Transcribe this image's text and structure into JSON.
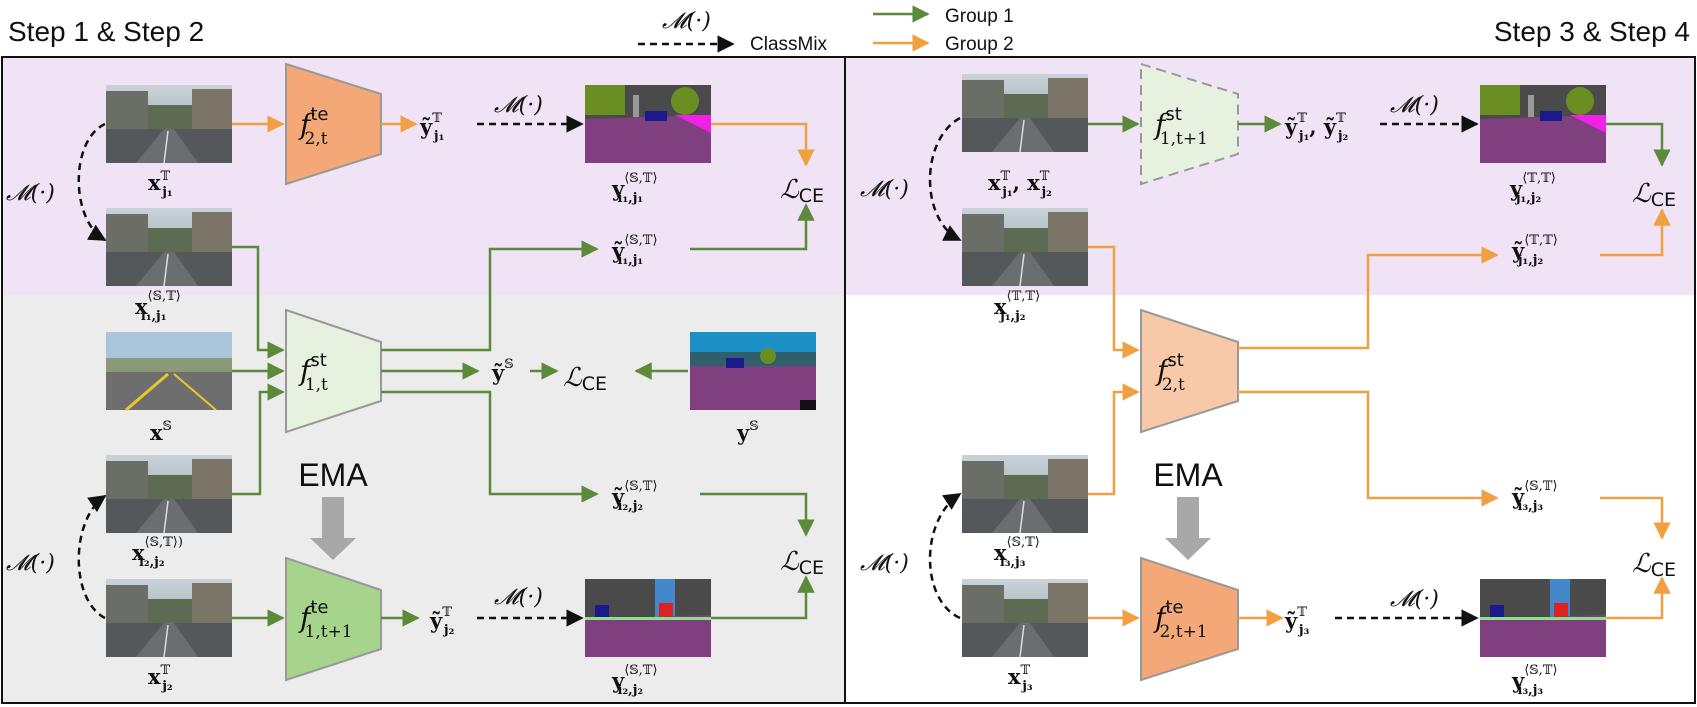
{
  "titles": {
    "left": "Step 1 & Step 2",
    "right": "Step 3 & Step 4"
  },
  "legend": {
    "classmix_symbol": "𝓜(·)",
    "classmix_label": "ClassMix",
    "group1": "Group 1",
    "group2": "Group 2"
  },
  "colors": {
    "group1": "#5b8a3a",
    "group2": "#f0a040",
    "purple_bg": "#efe3f5",
    "gray_bg": "#ececec",
    "f_teacher1": "#f4a878",
    "f_student1": "#e6f2df",
    "f_teacher2": "#a6d48c",
    "f_student2": "#f8c9a8"
  },
  "mix_symbol": "𝓜(·)",
  "ema": "EMA",
  "loss": {
    "main": "ℒ",
    "sub": "CE"
  },
  "left": {
    "x_j1": {
      "main": "x",
      "sup": "𝕋",
      "sub": "j₁"
    },
    "x_i1j1": {
      "main": "x",
      "sup": "⟨𝕊,𝕋⟩",
      "sub": "i₁,j₁"
    },
    "x_s": {
      "main": "x",
      "sup": "𝕊"
    },
    "x_i2j2": {
      "main": "x",
      "sup": "⟨𝕊,𝕋⟩)",
      "sub": "i₂,j₂"
    },
    "x_j2": {
      "main": "x",
      "sup": "𝕋",
      "sub": "j₂"
    },
    "f_te_top": {
      "main": "f",
      "sup": "te",
      "sub": "2,t"
    },
    "f_st": {
      "main": "f",
      "sup": "st",
      "sub": "1,t"
    },
    "f_te_bot": {
      "main": "f",
      "sup": "te",
      "sub": "1,t+1"
    },
    "yt_j1": {
      "main": "ỹ",
      "sup": "𝕋",
      "sub": "j₁"
    },
    "y_i1j1": {
      "main": "y",
      "sup": "⟨𝕊,𝕋⟩",
      "sub": "i₁,j₁"
    },
    "yt_i1j1": {
      "main": "ỹ",
      "sup": "⟨𝕊,𝕋⟩",
      "sub": "i₁,j₁"
    },
    "yt_s": {
      "main": "ỹ",
      "sup": "𝕊"
    },
    "y_s": {
      "main": "y",
      "sup": "𝕊"
    },
    "yt_i2j2": {
      "main": "ỹ",
      "sup": "⟨𝕊,𝕋⟩",
      "sub": "i₂,j₂"
    },
    "yt_j2": {
      "main": "ỹ",
      "sup": "𝕋",
      "sub": "j₂"
    },
    "y_i2j2": {
      "main": "y",
      "sup": "⟨𝕊,𝕋⟩",
      "sub": "i₂,j₂"
    }
  },
  "right": {
    "x_j1j2": {
      "main": "x",
      "sup": "𝕋",
      "sub": "j₁",
      "main2": ", x",
      "sup2": "𝕋",
      "sub2": "j₂"
    },
    "x_j1j2_mix": {
      "main": "x",
      "sup": "⟨𝕋,𝕋⟩",
      "sub": "j₁,j₂"
    },
    "x_i3j3": {
      "main": "x",
      "sup": "⟨𝕊,𝕋⟩",
      "sub": "i₃,j₃"
    },
    "x_j3": {
      "main": "x",
      "sup": "𝕋",
      "sub": "j₃"
    },
    "f_st_top": {
      "main": "f",
      "sup": "st",
      "sub": "1,t+1"
    },
    "f_st": {
      "main": "f",
      "sup": "st",
      "sub": "2,t"
    },
    "f_te_bot": {
      "main": "f",
      "sup": "te",
      "sub": "2,t+1"
    },
    "yt_j1j2": {
      "main": "ỹ",
      "sup": "𝕋",
      "sub": "j₁",
      "main2": ", ỹ",
      "sup2": "𝕋",
      "sub2": "j₂"
    },
    "y_j1j2": {
      "main": "y",
      "sup": "⟨𝕋,𝕋⟩",
      "sub": "j₁,j₂"
    },
    "yt_j1j2_mix": {
      "main": "ỹ",
      "sup": "⟨𝕋,𝕋⟩",
      "sub": "j₁,j₂"
    },
    "yt_i3j3": {
      "main": "ỹ",
      "sup": "⟨𝕊,𝕋⟩",
      "sub": "i₃,j₃"
    },
    "yt_j3": {
      "main": "ỹ",
      "sup": "𝕋",
      "sub": "j₃"
    },
    "y_i3j3": {
      "main": "y",
      "sup": "⟨𝕊,𝕋⟩",
      "sub": "i₃,j₃"
    }
  }
}
